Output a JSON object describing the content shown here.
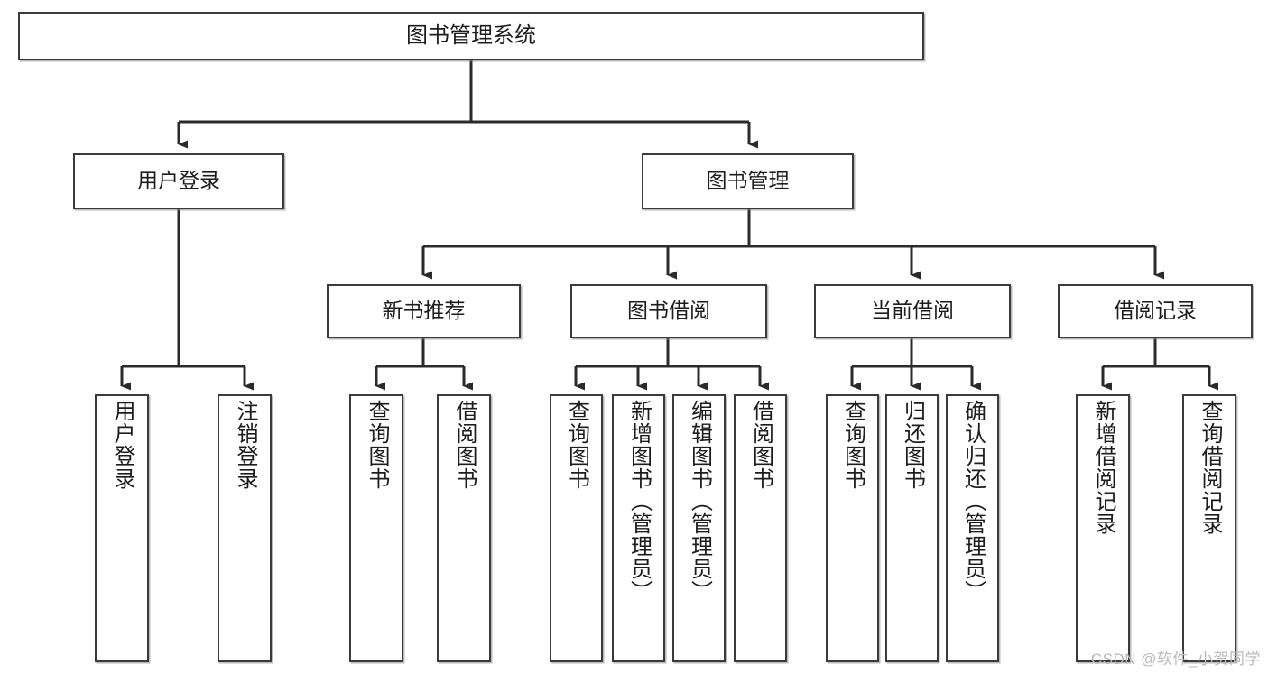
{
  "diagram": {
    "title": "图书管理系统",
    "type": "tree-hierarchy",
    "orientation": "top-down",
    "colors": {
      "node_border": "#3b3b3b",
      "node_fill": "#ffffff",
      "edge": "#2b2b2b",
      "text": "#1d1d1d",
      "watermark": "#b9b9b9"
    },
    "watermark": "CSDN @软件_小贺同学"
  },
  "nodes": {
    "root": {
      "label": "图书管理系统"
    },
    "level2": [
      {
        "label": "用户登录"
      },
      {
        "label": "图书管理"
      }
    ],
    "level3": [
      {
        "label": "新书推荐"
      },
      {
        "label": "图书借阅"
      },
      {
        "label": "当前借阅"
      },
      {
        "label": "借阅记录"
      }
    ],
    "leaves": {
      "user_login": [
        {
          "label": "用户登录"
        },
        {
          "label": "注销登录"
        }
      ],
      "new_book_recommend": [
        {
          "label": "查询图书"
        },
        {
          "label": "借阅图书"
        }
      ],
      "book_borrow": [
        {
          "label": "查询图书"
        },
        {
          "label": "新增图书（管理员）"
        },
        {
          "label": "编辑图书（管理员）"
        },
        {
          "label": "借阅图书"
        }
      ],
      "current_borrow": [
        {
          "label": "查询图书"
        },
        {
          "label": "归还图书"
        },
        {
          "label": "确认归还（管理员）"
        }
      ],
      "borrow_record": [
        {
          "label": "新增借阅记录"
        },
        {
          "label": "查询借阅记录"
        }
      ]
    }
  }
}
